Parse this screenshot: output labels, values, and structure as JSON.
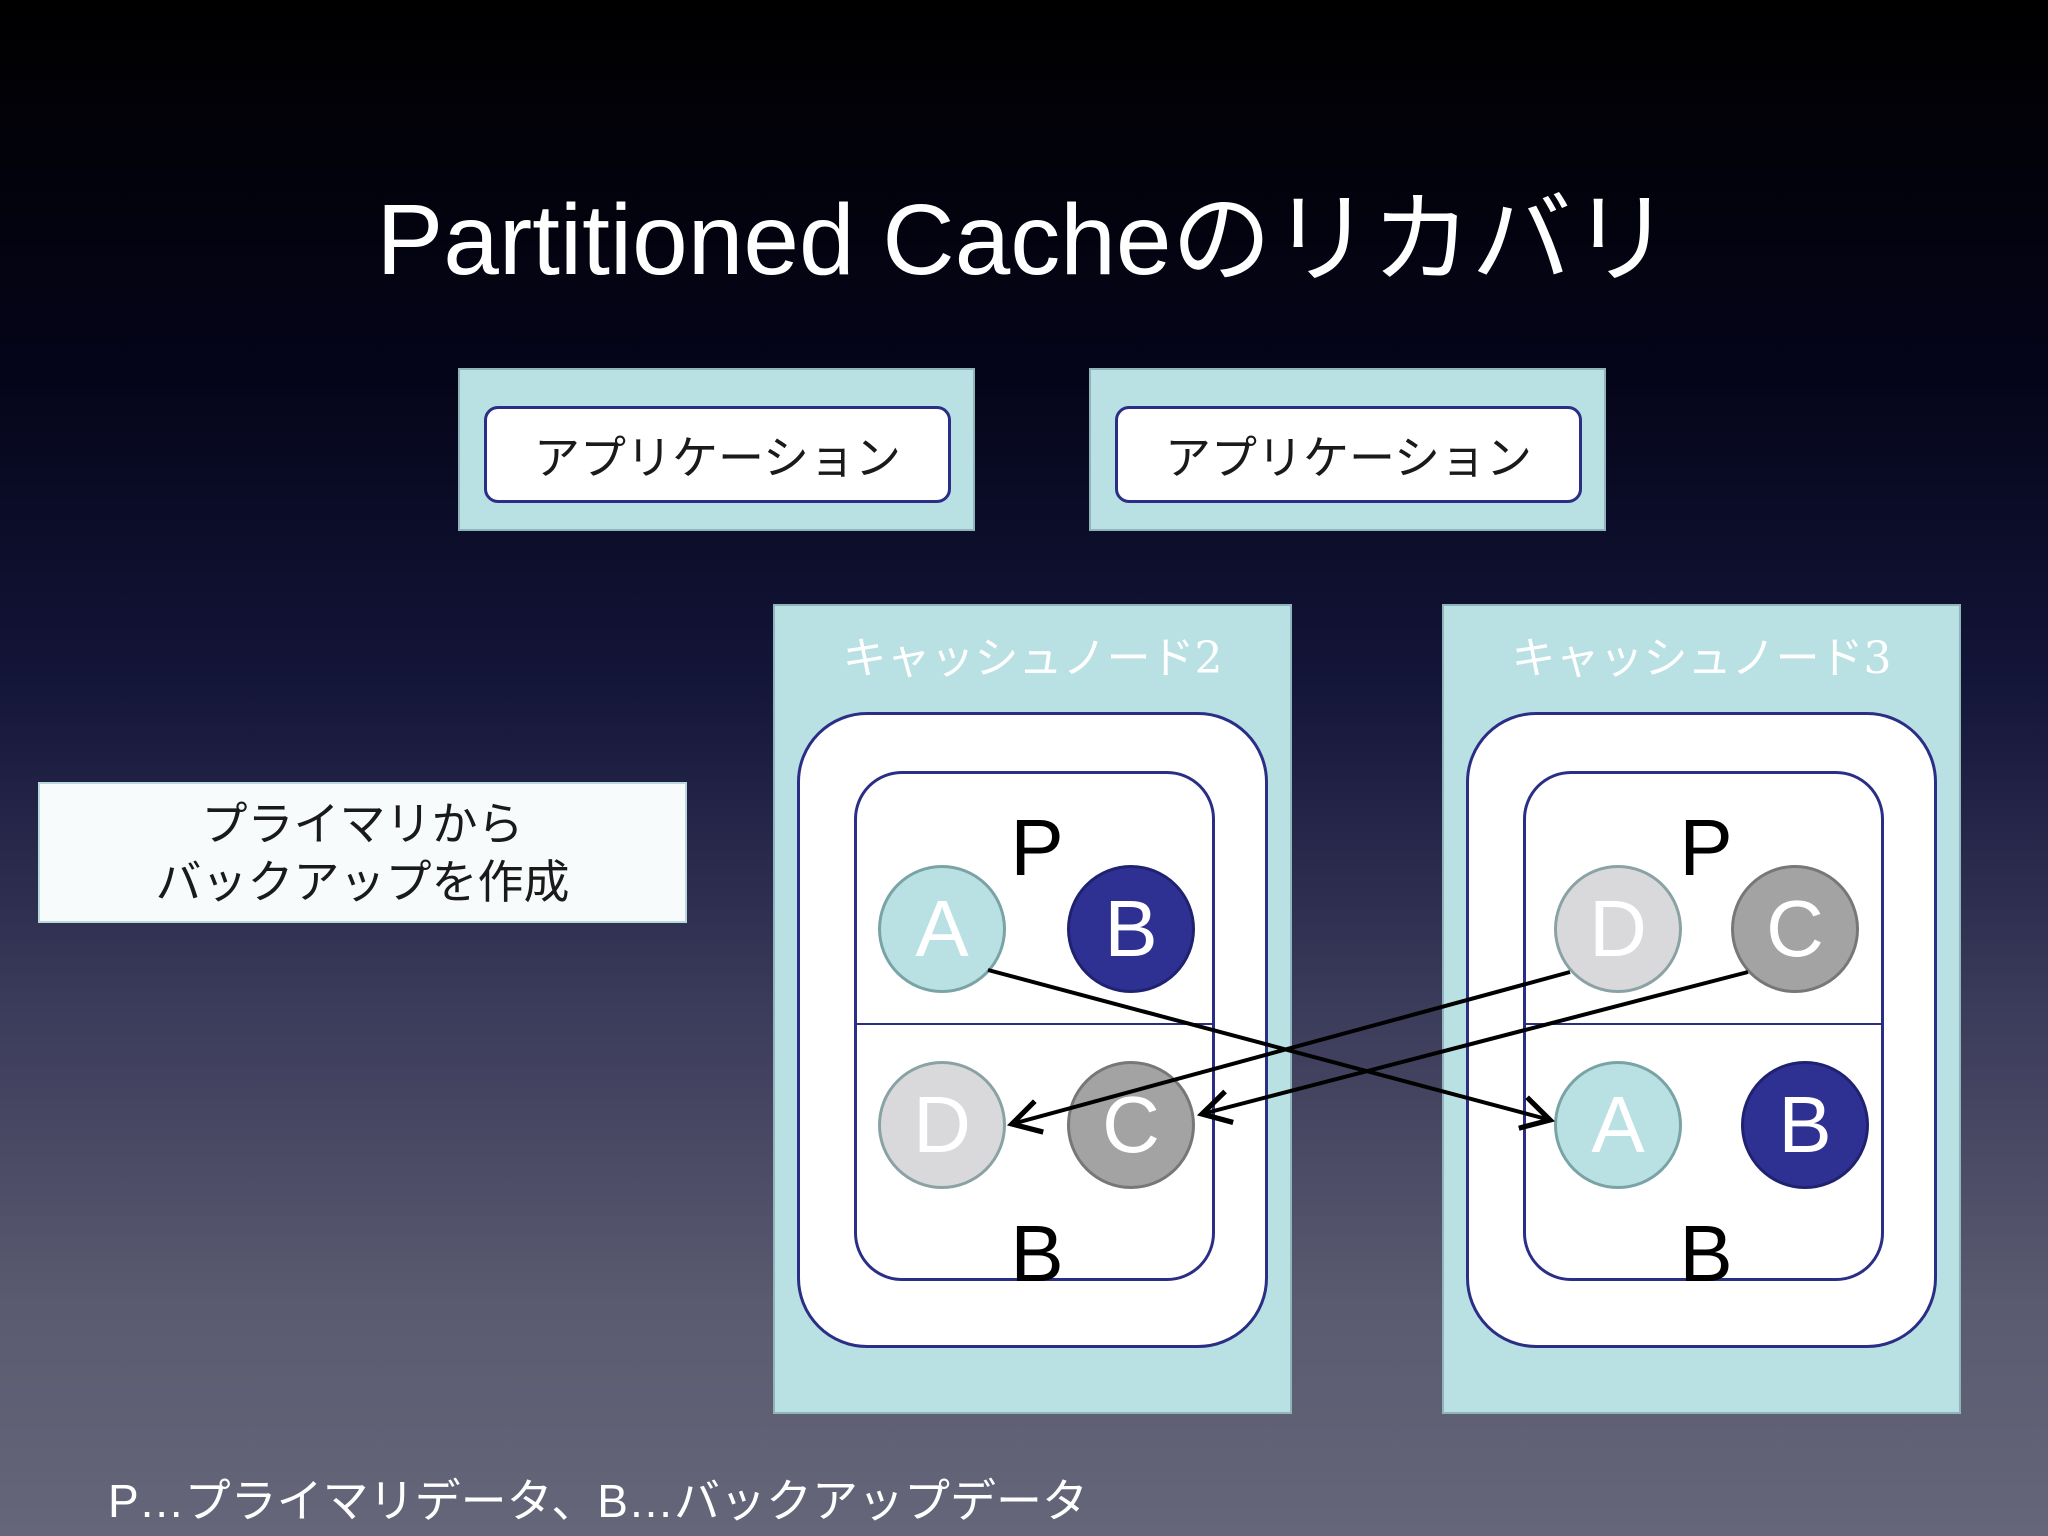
{
  "title": "Partitioned Cacheのリカバリ",
  "applications": [
    {
      "label": "アプリケーション"
    },
    {
      "label": "アプリケーション"
    }
  ],
  "note": {
    "line1": "プライマリから",
    "line2": "バックアップを作成"
  },
  "nodes": [
    {
      "label": "キャッシュノード2",
      "primary_label": "P",
      "backup_label": "B",
      "primary": [
        "A",
        "B"
      ],
      "backup": [
        "D",
        "C"
      ]
    },
    {
      "label": "キャッシュノード3",
      "primary_label": "P",
      "backup_label": "B",
      "primary": [
        "D",
        "C"
      ],
      "backup": [
        "A",
        "B"
      ]
    }
  ],
  "colors": {
    "A": "#b9e0e3",
    "B": "#2e3192",
    "C": "#a3a3a3",
    "D": "#d9d9db",
    "panel": "#b9e0e3",
    "border": "#2a2f85"
  },
  "footer": "P…プライマリデータ、B…バックアップデータ"
}
